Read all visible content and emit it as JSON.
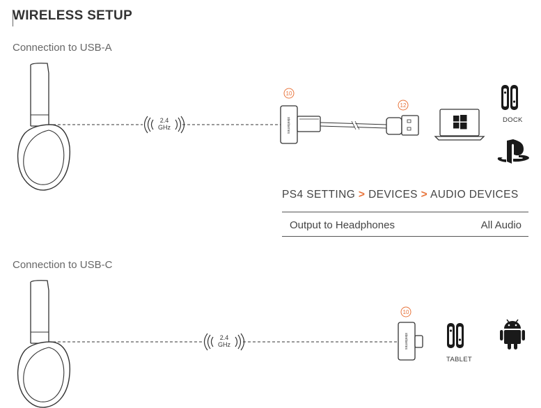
{
  "title": "WIRELESS SETUP",
  "usb_a": {
    "heading": "Connection to USB-A",
    "signal_value": "2.4",
    "signal_unit": "GHz",
    "dongle_callout": "10",
    "cable_callout": "12",
    "dock_caption": "DOCK",
    "devices": [
      "headset-icon",
      "usb-dongle-icon",
      "usb-cable-icon",
      "laptop-windows-icon",
      "nintendo-switch-icon",
      "playstation-icon"
    ]
  },
  "ps4_settings": {
    "path": [
      "PS4 SETTING",
      "DEVICES",
      "AUDIO DEVICES"
    ],
    "separator": ">",
    "row_label": "Output to Headphones",
    "row_value": "All Audio"
  },
  "usb_c": {
    "heading": "Connection to USB-C",
    "signal_value": "2.4",
    "signal_unit": "GHz",
    "dongle_callout": "10",
    "tablet_caption": "TABLET",
    "devices": [
      "headset-icon",
      "usb-c-dongle-icon",
      "nintendo-switch-icon",
      "android-icon"
    ]
  },
  "colors": {
    "accent": "#e8743b",
    "text": "#333333",
    "line": "#555555"
  }
}
